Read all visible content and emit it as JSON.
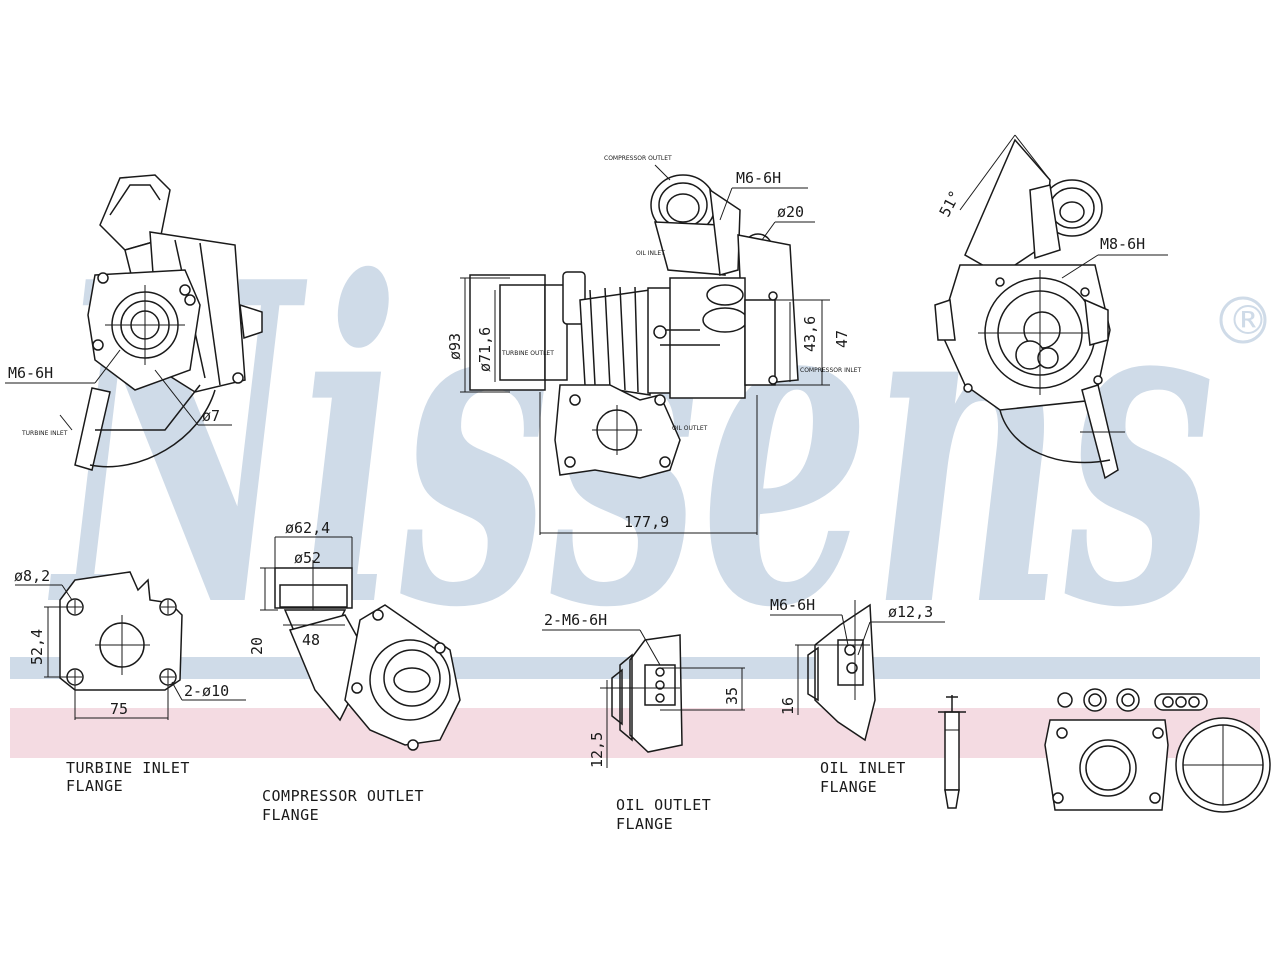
{
  "watermark": {
    "brand": "Nissens",
    "registered_mark": "®",
    "band_colors": {
      "blue": "#cfdbe8",
      "pink": "#f4dbe2"
    }
  },
  "views": {
    "left_view": {
      "thread_label": "M6-6H",
      "hole_label": "ø7",
      "port_label": "TURBINE INLET"
    },
    "center_view": {
      "compressor_outlet_tag": "COMPRESSOR OUTLET",
      "thread_label": "M6-6H",
      "dia_20": "ø20",
      "oil_inlet_tag": "OIL INLET",
      "dia_93": "ø93",
      "dia_71_6": "ø71,6",
      "turbine_outlet_tag": "TURBINE OUTLET",
      "dim_43_6": "43,6",
      "dim_47": "47",
      "compressor_inlet_tag": "COMPRESSOR INLET",
      "oil_outlet_tag": "OIL OUTLET",
      "width_label": "177,9"
    },
    "right_view": {
      "angle_label": "51°",
      "thread_label": "M8-6H"
    }
  },
  "flanges": {
    "turbine_inlet": {
      "hole_dia": "ø8,2",
      "height": "52,4",
      "width": "75",
      "holes": "2-ø10",
      "caption_line1": "TURBINE INLET",
      "caption_line2": "FLANGE"
    },
    "compressor_outlet": {
      "outer_dia": "ø62,4",
      "inner_dia": "ø52",
      "height": "20",
      "width": "48",
      "caption_line1": "COMPRESSOR OUTLET",
      "caption_line2": "FLANGE"
    },
    "oil_outlet": {
      "threads": "2-M6-6H",
      "height": "35",
      "depth": "12,5",
      "caption_line1": "OIL OUTLET",
      "caption_line2": "FLANGE"
    },
    "oil_inlet": {
      "thread": "M6-6H",
      "dia": "ø12,3",
      "height": "16",
      "caption_line1": "OIL INLET",
      "caption_line2": "FLANGE"
    }
  }
}
